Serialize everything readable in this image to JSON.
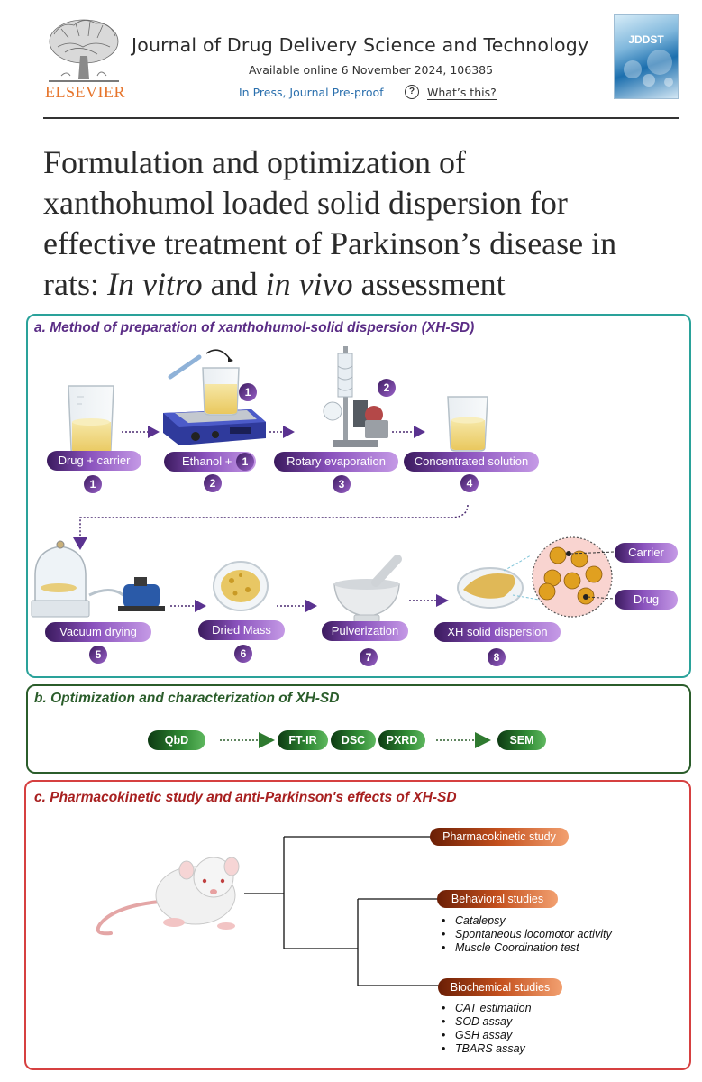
{
  "header": {
    "journal_title": "Journal of Drug Delivery Science and Technology",
    "available_online": "Available online 6 November 2024, 106385",
    "status_link": "In Press, Journal Pre-proof",
    "whats_this": "What’s this?",
    "publisher": "ELSEVIER",
    "cover_abbrev": "JDDST"
  },
  "article": {
    "title_line1": "Formulation and optimization of",
    "title_line2": "xanthohumol loaded solid dispersion for",
    "title_line3": "effective treatment of Parkinson’s disease in",
    "title_line4_pre": "rats: ",
    "title_line4_em1": "In vitro",
    "title_line4_mid": " and ",
    "title_line4_em2": "in vivo",
    "title_line4_post": " assessment"
  },
  "panel_a": {
    "title": "a. Method of preparation of xanthohumol-solid dispersion (XH-SD)",
    "steps": [
      {
        "label": "Drug + carrier",
        "num": "1"
      },
      {
        "label": "Ethanol + ",
        "inline_num": "1",
        "num": "2"
      },
      {
        "label": "Rotary evaporation",
        "num": "3"
      },
      {
        "label": "Concentrated solution",
        "num": "4"
      },
      {
        "label": "Vacuum drying",
        "num": "5"
      },
      {
        "label": "Dried Mass",
        "num": "6"
      },
      {
        "label": "Pulverization",
        "num": "7"
      },
      {
        "label": "XH solid dispersion",
        "num": "8"
      }
    ],
    "badge_beaker": "1",
    "badge_evaporator": "2",
    "callout_carrier": "Carrier",
    "callout_drug": "Drug"
  },
  "panel_b": {
    "title": "b. Optimization and characterization of XH-SD",
    "items": [
      "QbD",
      "FT-IR",
      "DSC",
      "PXRD",
      "SEM"
    ]
  },
  "panel_c": {
    "title": "c. Pharmacokinetic study and anti-Parkinson's effects of XH-SD",
    "pk": "Pharmacokinetic study",
    "behavioral": "Behavioral studies",
    "behavioral_items": [
      "Catalepsy",
      "Spontaneous locomotor activity",
      "Muscle Coordination test"
    ],
    "biochemical": "Biochemical studies",
    "biochemical_items": [
      "CAT estimation",
      "SOD assay",
      "GSH assay",
      "TBARS assay"
    ]
  },
  "colors": {
    "panel_a_border": "#2aa29a",
    "panel_b_border": "#2b5d2b",
    "panel_c_border": "#d64040",
    "purple_title": "#5b2d86",
    "green_title": "#2b5d2b",
    "red_title": "#a82020",
    "elsevier_orange": "#e6742b",
    "link_blue": "#2a6fad"
  },
  "icons": [
    "tree-logo-icon",
    "journal-cover-icon",
    "help-circle-icon",
    "beaker-icon",
    "stirrer-icon",
    "rotary-evaporator-icon",
    "vacuum-desiccator-icon",
    "petri-dish-icon",
    "mortar-pestle-icon",
    "magnifier-circle-icon",
    "rat-icon"
  ]
}
